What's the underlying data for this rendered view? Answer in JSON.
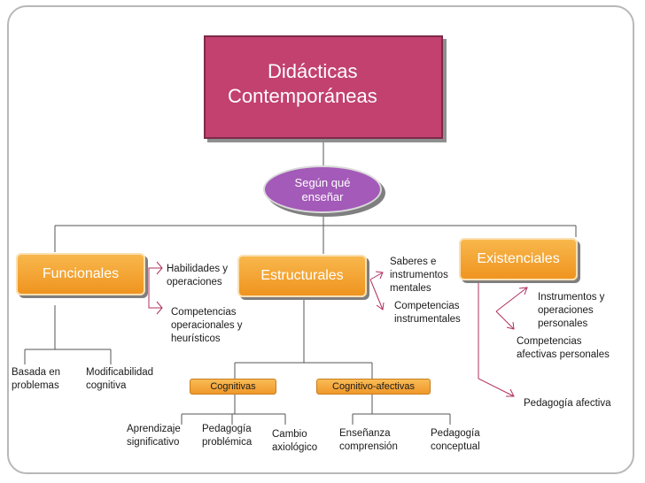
{
  "title": {
    "line1": "Didácticas",
    "line2": "Contemporáneas"
  },
  "hub": {
    "line1": "Según qué",
    "line2": "enseñar"
  },
  "categories": {
    "funcionales": "Funcionales",
    "estructurales": "Estructurales",
    "existenciales": "Existenciales"
  },
  "notes": {
    "habilidades": [
      "Habilidades y",
      "operaciones"
    ],
    "competencias_operacionales": [
      "Competencias",
      "operacionales y",
      "heurísticos"
    ],
    "saberes": [
      "Saberes e",
      "instrumentos",
      "mentales"
    ],
    "competencias_instrumentales": [
      "Competencias",
      "instrumentales"
    ],
    "instrumentos_personales": [
      "Instrumentos y",
      "operaciones",
      "personales"
    ],
    "competencias_afectivas": [
      "Competencias",
      "afectivas personales"
    ],
    "pedagogia_afectiva": "Pedagogía afectiva",
    "basada": [
      "Basada en",
      "problemas"
    ],
    "modificabilidad": [
      "Modificabilidad",
      "cognitiva"
    ]
  },
  "subcategories": {
    "cognitivas": "Cognitivas",
    "cognitivo_afectivas": "Cognitivo-afectivas"
  },
  "leaves": {
    "aprendizaje": [
      "Aprendizaje",
      "significativo"
    ],
    "pedagogia_problemica": [
      "Pedagogía",
      "problémica"
    ],
    "cambio": [
      "Cambio",
      "axiológico"
    ],
    "ensenanza": [
      "Enseñanza",
      "comprensión"
    ],
    "pedagogia_conceptual": [
      "Pedagogía",
      "conceptual"
    ]
  },
  "colors": {
    "title_fill": "#c2416e",
    "hub_fill": "#a35ab8",
    "category_fill": "#f4a93a",
    "connector": "#555555",
    "arrow": "#b03060"
  }
}
